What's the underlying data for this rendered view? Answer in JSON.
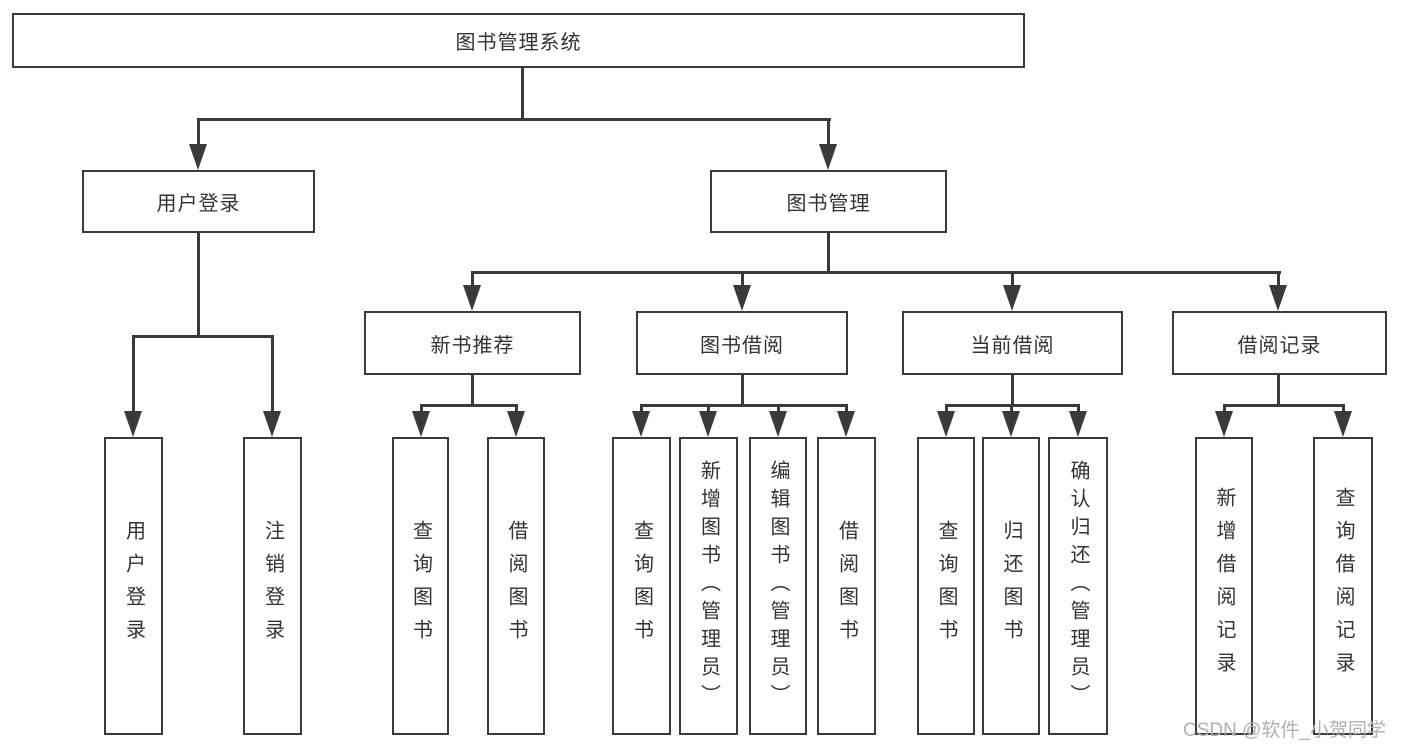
{
  "nodes": {
    "root": "图书管理系统",
    "user_login": "用户登录",
    "book_mgmt": "图书管理",
    "new_book_rec": "新书推荐",
    "book_borrow": "图书借阅",
    "current_borrow": "当前借阅",
    "borrow_record": "借阅记录",
    "l_user_login": "用户登录",
    "l_logout": "注销登录",
    "l_query_1": "查询图书",
    "l_borrow_1": "借阅图书",
    "l_query_2": "查询图书",
    "l_add_book": "新增图书（管理员）",
    "l_edit_book": "编辑图书（管理员）",
    "l_borrow_2": "借阅图书",
    "l_query_3": "查询图书",
    "l_return_book": "归还图书",
    "l_confirm_return": "确认归还（管理员）",
    "l_add_record": "新增借阅记录",
    "l_query_record": "查询借阅记录"
  },
  "structure": {
    "图书管理系统": {
      "用户登录": [
        "用户登录",
        "注销登录"
      ],
      "图书管理": {
        "新书推荐": [
          "查询图书",
          "借阅图书"
        ],
        "图书借阅": [
          "查询图书",
          "新增图书（管理员）",
          "编辑图书（管理员）",
          "借阅图书"
        ],
        "当前借阅": [
          "查询图书",
          "归还图书",
          "确认归还（管理员）"
        ],
        "借阅记录": [
          "新增借阅记录",
          "查询借阅记录"
        ]
      }
    }
  },
  "watermark": "CSDN @软件_小贺同学",
  "colors": {
    "line": "#3a3a3a",
    "text": "#333333",
    "watermark": "#b0b0b0",
    "background": "#ffffff"
  }
}
